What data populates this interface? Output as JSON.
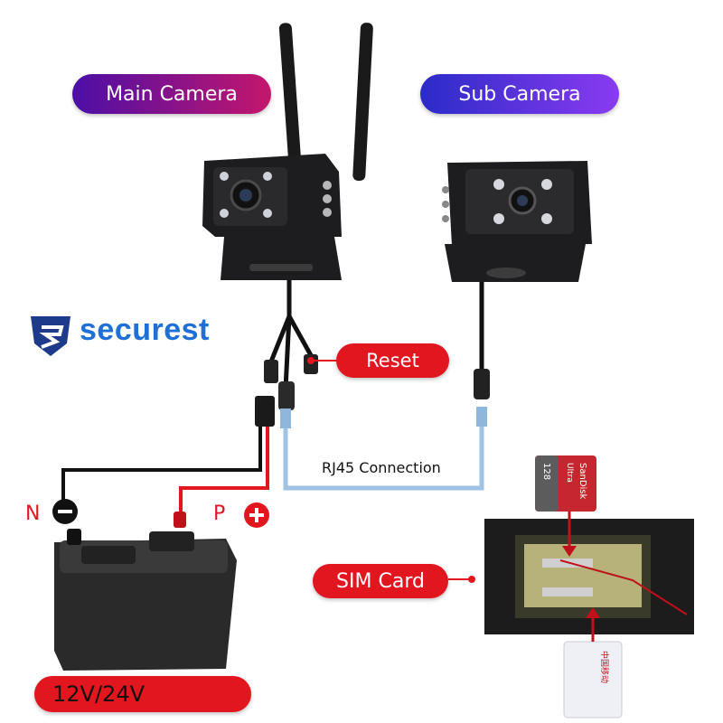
{
  "labels": {
    "main_camera": "Main Camera",
    "sub_camera": "Sub Camera",
    "reset": "Reset",
    "rj45": "RJ45 Connection",
    "sim_card": "SIM Card",
    "voltage": "12V/24V",
    "negative": "N",
    "positive": "P",
    "negative_symbol": "−",
    "positive_symbol": "+"
  },
  "brand": {
    "name": "securest",
    "color": "#1e6fd6"
  },
  "sd_card": {
    "brand": "SanDisk",
    "line": "Ultra",
    "capacity": "128"
  },
  "sim_print": "中国移动",
  "colors": {
    "accent_red": "#e2161f",
    "rj45_blue": "#9ec3e6",
    "wire_black": "#111111"
  }
}
